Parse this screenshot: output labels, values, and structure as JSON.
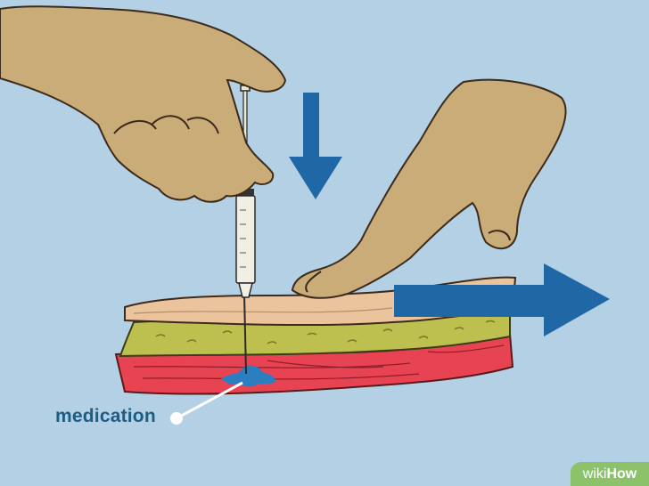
{
  "diagram": {
    "label": "medication",
    "brand": {
      "part1": "wiki",
      "part2": "How"
    },
    "colors": {
      "background": "#b3d0e4",
      "skin": "#c9ac78",
      "skin_layer": "#ebc39d",
      "fat": "#bdbf4f",
      "muscle": "#e84352",
      "arrow": "#1f67a5",
      "medication": "#2b7fc0",
      "label": "#1d5c84",
      "brand_bg": "#8cc26a"
    }
  }
}
